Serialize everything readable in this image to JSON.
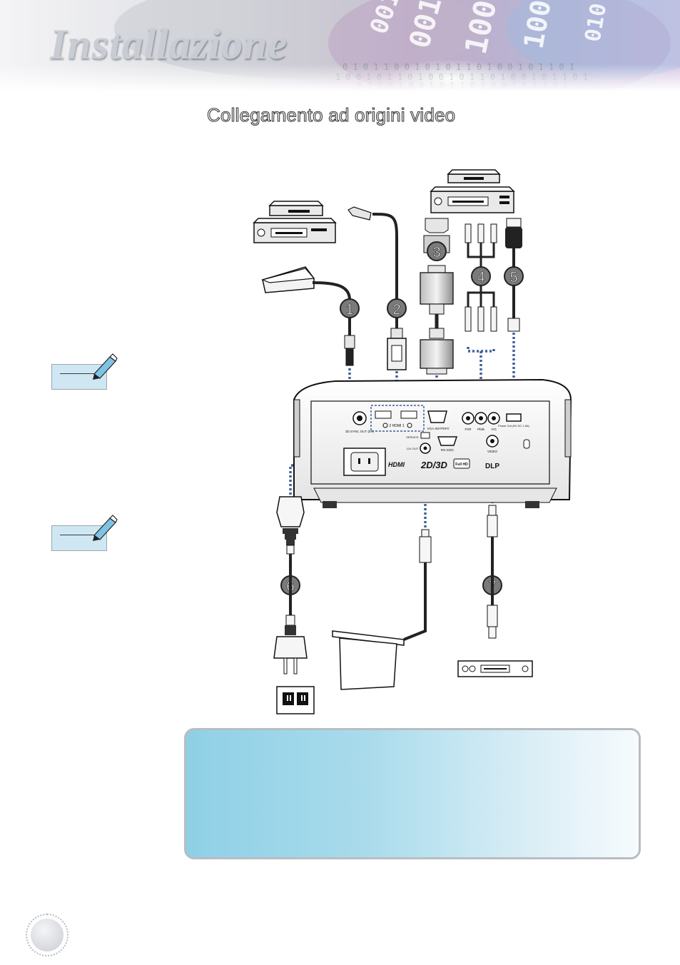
{
  "header": {
    "title": "Installazione"
  },
  "section": {
    "title": "Collegamento ad origini video"
  },
  "diagram": {
    "callouts": [
      "1",
      "2",
      "3",
      "4",
      "5",
      "6",
      "7"
    ],
    "port_labels": {
      "sync_out": "3D SYNC OUT (5V)",
      "hdmi": "2  HDMI  1",
      "vga": "VGA-IN/YPbPr/",
      "pr": "Pr/R",
      "pb": "Pb/B",
      "y": "Y/G",
      "power_out": "Power Out (5V DC 1.5A)",
      "service": "SERVICE",
      "rs232": "RS-232C",
      "twelve_v": "12V OUT",
      "video": "VIDEO"
    },
    "logos": {
      "hdmi": "HDMI",
      "twod3d": "2D/3D",
      "fullhd": "Full HD",
      "dlp": "DLP"
    }
  },
  "colors": {
    "dotted_line": "#3f5f9a",
    "info_box_start": "#8fd0e6",
    "info_box_end": "#f6fbfd",
    "note_box": "#cfe7f3"
  }
}
